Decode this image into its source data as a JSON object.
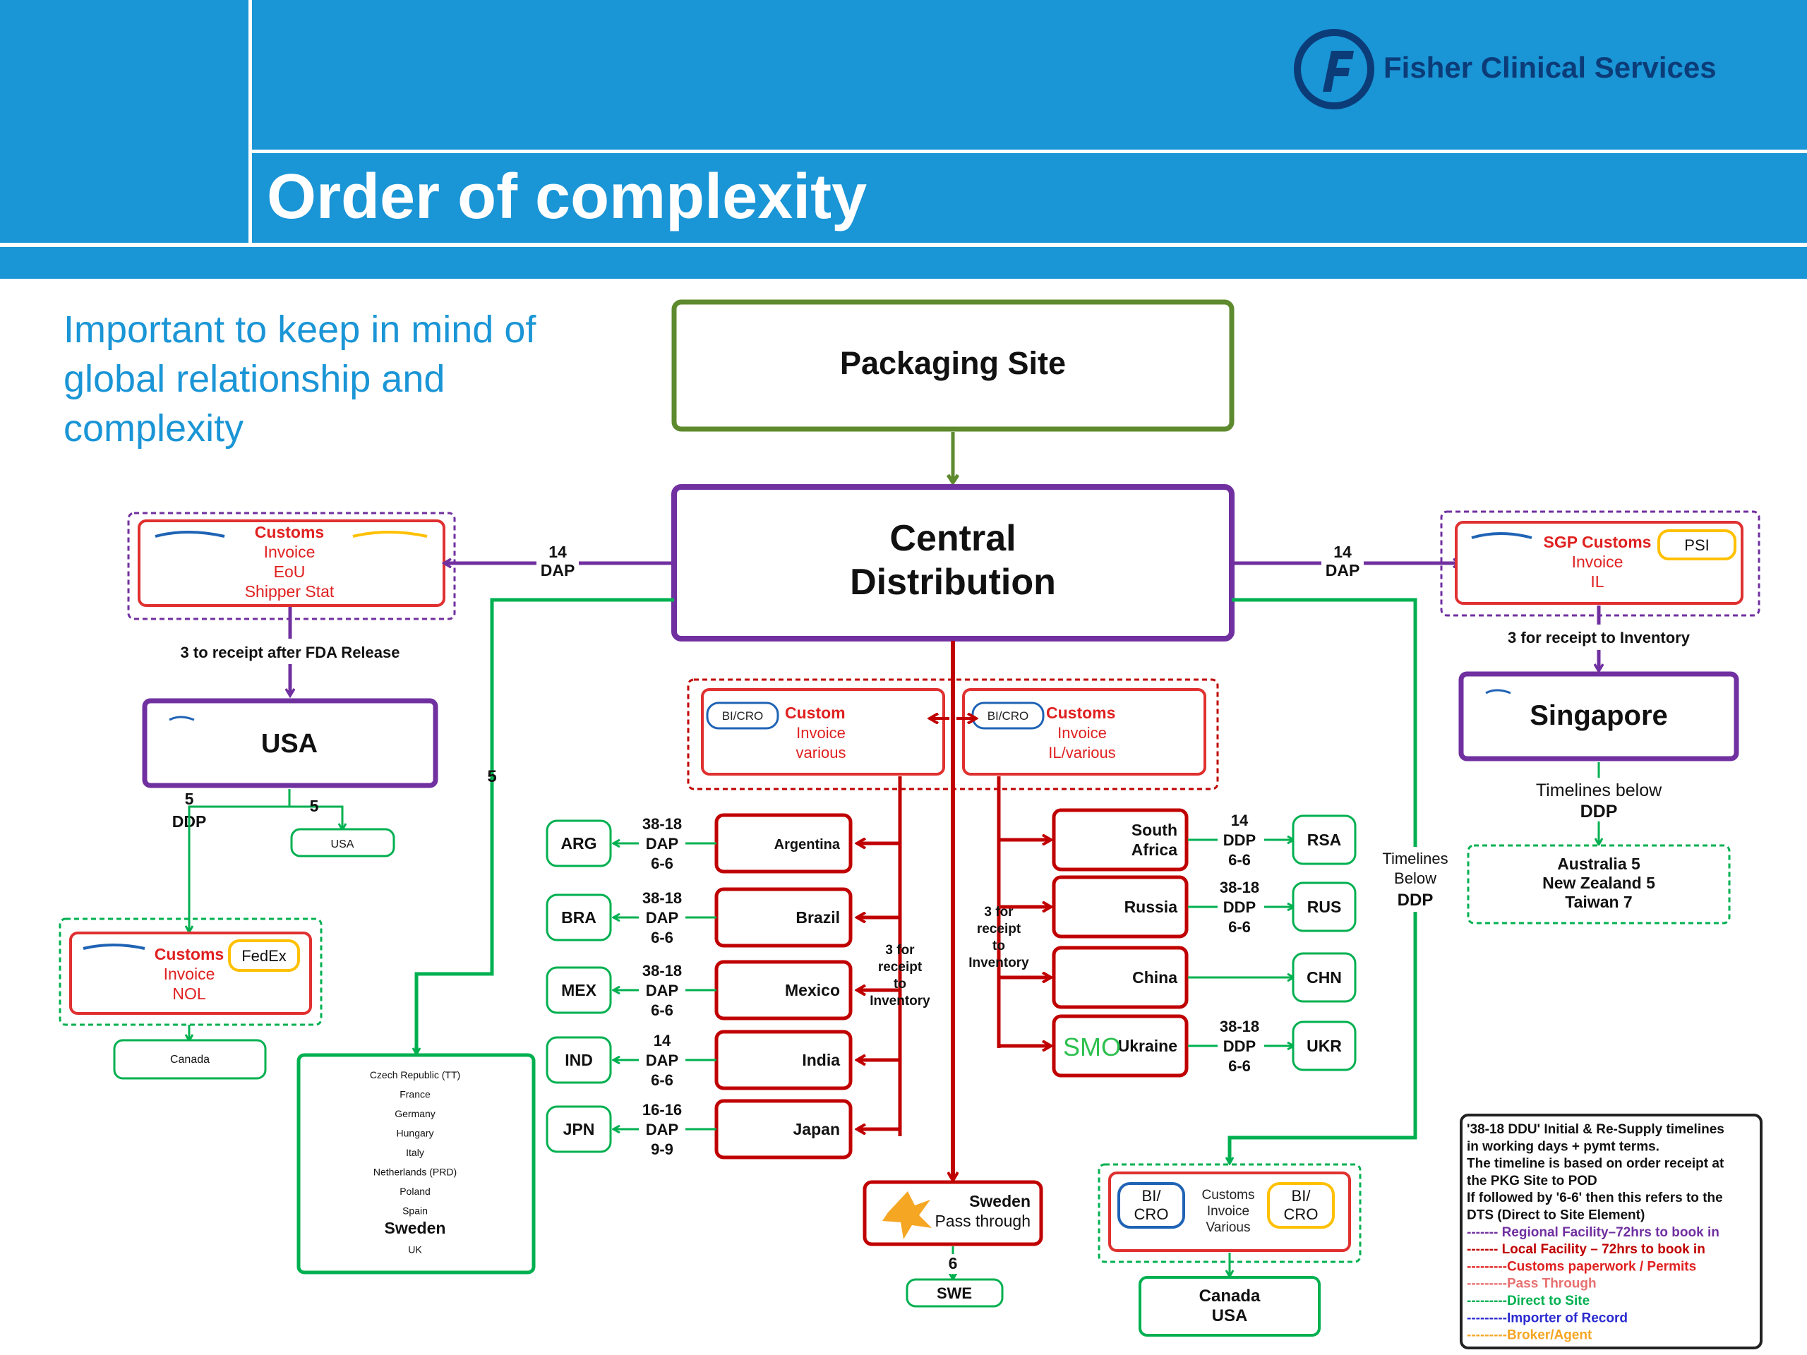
{
  "header": {
    "brand": "Fisher Clinical Services",
    "title": "Order of complexity"
  },
  "intro": {
    "line1": "Important to keep in mind of",
    "line2": "global relationship and",
    "line3": "complexity"
  },
  "nodes": {
    "packaging": "Packaging Site",
    "central1": "Central",
    "central2": "Distribution",
    "usa": "USA",
    "singapore": "Singapore",
    "usa_small": "USA",
    "canada_small": "Canada",
    "sweden_title": "Sweden",
    "sweden_sub": "Pass through",
    "swe": "SWE",
    "canada_usa1": "Canada",
    "canada_usa2": "USA"
  },
  "customs_left": {
    "title": "Customs",
    "l2": "Invoice",
    "l3": "EoU",
    "l4": "Shipper Stat"
  },
  "customs_usa": {
    "title": "Customs",
    "l2": "Invoice",
    "l3": "NOL",
    "tag": "FedEx"
  },
  "customs_sgp": {
    "title": "SGP Customs",
    "l2": "Invoice",
    "l3": "IL",
    "tag": "PSI"
  },
  "customs_mid_left": {
    "tag": "BI/CRO",
    "title": "Custom",
    "l2": "Invoice",
    "l3": "various"
  },
  "customs_mid_right": {
    "tag": "BI/CRO",
    "title": "Customs",
    "l2": "Invoice",
    "l3": "IL/various"
  },
  "customs_canada": {
    "tag1a": "BI/",
    "tag1b": "CRO",
    "title": "Customs",
    "l2": "Invoice",
    "l3": "Various",
    "tag2a": "BI/",
    "tag2b": "CRO"
  },
  "labels": {
    "left_arrow_a": "14",
    "left_arrow_b": "DAP",
    "right_arrow_a": "14",
    "right_arrow_b": "DAP",
    "fda": "3 to receipt after FDA Release",
    "sgp_receipt": "3 for receipt to Inventory",
    "usa_ddp_a": "5",
    "usa_ddp_b": "DDP",
    "usa_small_5": "5",
    "green_5": "5",
    "sgp_tl_a": "Timelines below",
    "sgp_tl_b": "DDP",
    "right_tl_a": "Timelines",
    "right_tl_b": "Below",
    "right_tl_c": "DDP",
    "inv_left_a": "3 for",
    "inv_left_b": "receipt",
    "inv_left_c": "to",
    "inv_left_d": "Inventory",
    "inv_right_a": "3 for",
    "inv_right_b": "receipt",
    "inv_right_c": "to",
    "inv_right_d": "Inventory",
    "swe_6": "6",
    "smo": "SMO"
  },
  "apac": {
    "l1": "Australia 5",
    "l2": "New Zealand 5",
    "l3": "Taiwan 7"
  },
  "left_countries": [
    {
      "code": "ARG",
      "name": "Argentina",
      "t1": "38-18",
      "t2": "DAP",
      "t3": "6-6"
    },
    {
      "code": "BRA",
      "name": "Brazil",
      "t1": "38-18",
      "t2": "DAP",
      "t3": "6-6"
    },
    {
      "code": "MEX",
      "name": "Mexico",
      "t1": "38-18",
      "t2": "DAP",
      "t3": "6-6"
    },
    {
      "code": "IND",
      "name": "India",
      "t1": "14",
      "t2": "DAP",
      "t3": "6-6"
    },
    {
      "code": "JPN",
      "name": "Japan",
      "t1": "16-16",
      "t2": "DAP",
      "t3": "9-9"
    }
  ],
  "right_countries": [
    {
      "code": "RSA",
      "name1": "South",
      "name2": "Africa",
      "t1": "14",
      "t2": "DDP",
      "t3": "6-6"
    },
    {
      "code": "RUS",
      "name1": "Russia",
      "name2": "",
      "t1": "38-18",
      "t2": "DDP",
      "t3": "6-6"
    },
    {
      "code": "CHN",
      "name1": "China",
      "name2": "",
      "t1": "",
      "t2": "",
      "t3": ""
    },
    {
      "code": "UKR",
      "name1": "Ukraine",
      "name2": "",
      "t1": "38-18",
      "t2": "DDP",
      "t3": "6-6"
    }
  ],
  "eu_list": [
    "Czech Republic (TT)",
    "France",
    "Germany",
    "Hungary",
    "Italy",
    "Netherlands (PRD)",
    "Poland",
    "Spain",
    "Sweden",
    "UK"
  ],
  "legend": [
    "'38-18 DDU' Initial & Re-Supply timelines",
    "in working days + pymt terms.",
    "The timeline is based on order receipt at",
    "the PKG Site to POD",
    "If followed by '6-6' then this refers to the",
    "DTS (Direct to Site Element)",
    "------- Regional Facility–72hrs to book in",
    "------- Local Facility – 72hrs to book in",
    "---------Customs paperwork / Permits",
    "---------Pass Through",
    "---------Direct to Site",
    "---------Importer of Record",
    "---------Broker/Agent"
  ],
  "colors": {
    "header_blue": "#1a95d6",
    "purple": "#7030a0",
    "red": "#c00000",
    "green": "#00b050",
    "olive": "#5e8a2e",
    "orange": "#f5a623",
    "blue_tag": "#1f63b5",
    "yellow_tag": "#ffc000"
  }
}
